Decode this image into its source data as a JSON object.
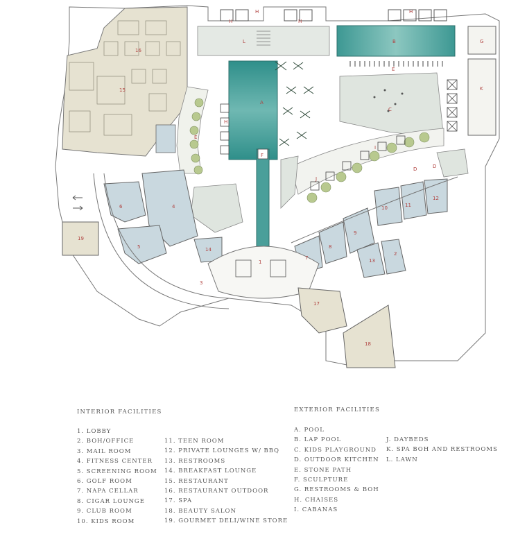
{
  "colors": {
    "interior_fill": "#c9d8df",
    "restaurant_fill": "#e6e2d1",
    "pool_fill": "#4a9f9a",
    "lawn_fill": "#dfe5df",
    "tree_fill": "#b8c98f",
    "label_red": "#b0413e",
    "line": "#555555"
  },
  "map_labels": {
    "A": "A",
    "B": "B",
    "C": "C",
    "D": "D",
    "E": "E",
    "F": "F",
    "G": "G",
    "H": "H",
    "I": "I",
    "J": "J",
    "K": "K",
    "L": "L",
    "n1": "1",
    "n2": "2",
    "n3": "3",
    "n4": "4",
    "n5": "5",
    "n6": "6",
    "n7": "7",
    "n8": "8",
    "n9": "9",
    "n10": "10",
    "n11": "11",
    "n12": "12",
    "n13": "13",
    "n14": "14",
    "n15": "15",
    "n16": "16",
    "n17": "17",
    "n18": "18",
    "n19": "19"
  },
  "legend": {
    "interior_title": "INTERIOR FACILITIES",
    "exterior_title": "EXTERIOR FACILITIES",
    "interior_col1": [
      "1. LOBBY",
      "2. BOH/OFFICE",
      "3. MAIL ROOM",
      "4. FITNESS CENTER",
      "5. SCREENING ROOM",
      "6. GOLF ROOM",
      "7. NAPA CELLAR",
      "8. CIGAR LOUNGE",
      "9. CLUB ROOM",
      "10. KIDS ROOM"
    ],
    "interior_col2": [
      "11. TEEN ROOM",
      "12. PRIVATE LOUNGES W/ BBQ",
      "13. RESTROOMS",
      "14. BREAKFAST LOUNGE",
      "15. RESTAURANT",
      "16. RESTAURANT OUTDOOR",
      "17. SPA",
      "18. BEAUTY SALON",
      "19. GOURMET DELI/WINE STORE"
    ],
    "exterior_col1": [
      "A. POOL",
      "B. LAP POOL",
      "C. KIDS PLAYGROUND",
      "D. OUTDOOR KITCHEN",
      "E. STONE PATH",
      "F. SCULPTURE",
      "G. RESTROOMS & BOH",
      "H. CHAISES",
      "I. CABANAS"
    ],
    "exterior_col2": [
      "J. DAYBEDS",
      "K. SPA BOH AND RESTROOMS",
      "L. LAWN"
    ]
  }
}
